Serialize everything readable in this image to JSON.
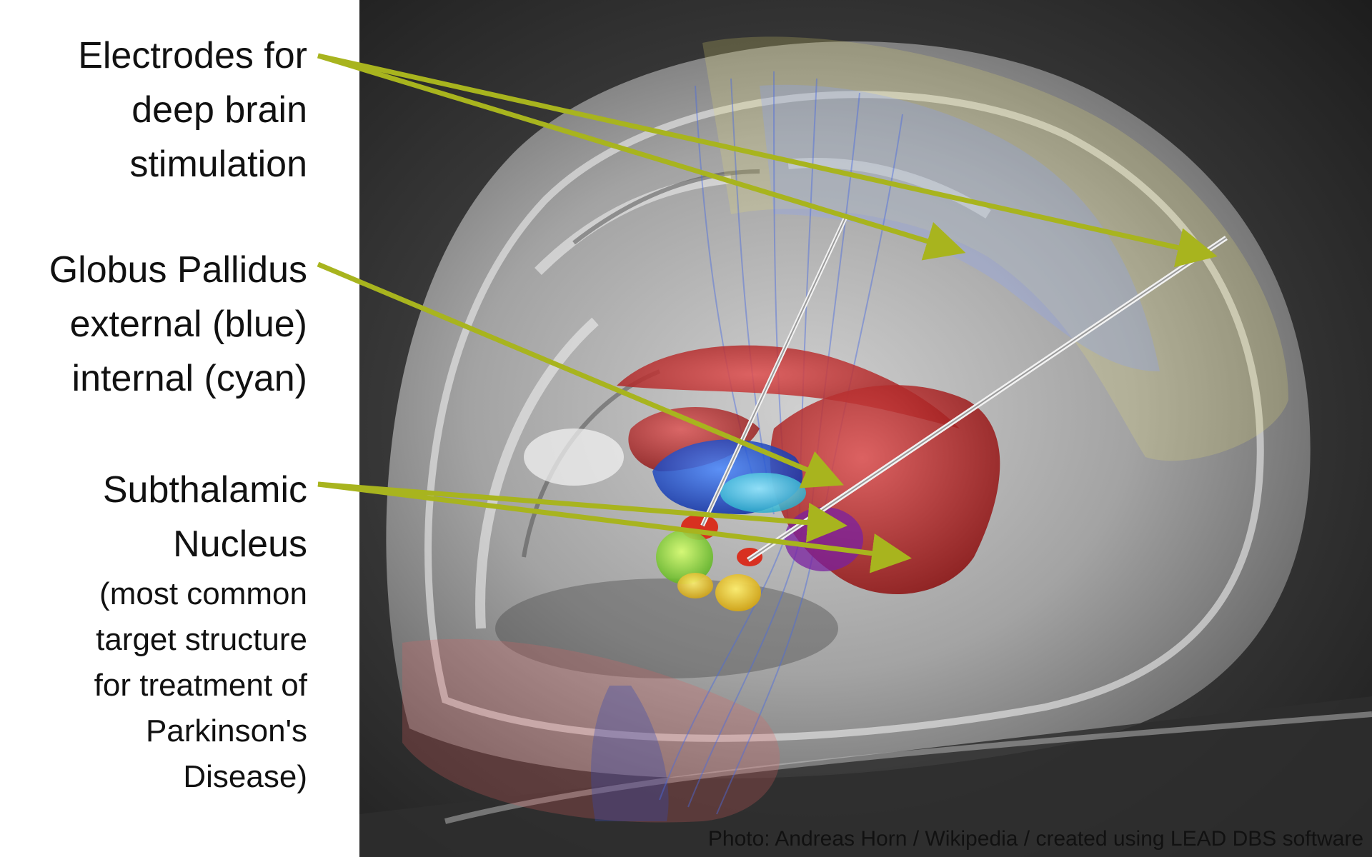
{
  "labels": {
    "electrodes": {
      "lines": [
        "Electrodes for",
        "deep brain",
        "stimulation"
      ]
    },
    "globus_pallidus": {
      "lines": [
        "Globus Pallidus",
        "external (blue)",
        "internal (cyan)"
      ]
    },
    "subthalamic": {
      "lines": [
        "Subthalamic",
        "Nucleus"
      ],
      "note_lines": [
        "(most common",
        "target structure",
        "for treatment of",
        "Parkinson's",
        "Disease)"
      ]
    }
  },
  "credit": "Photo: Andreas Horn / Wikipedia / created using LEAD DBS software",
  "colors": {
    "arrow": "#a8b41e",
    "background_scan": "#2a2a2a",
    "striatum": "#b01818",
    "gp_external": "#1848d8",
    "gp_internal": "#30d0e8",
    "stn": "#d83020",
    "electrode": "#e8e8e8"
  }
}
